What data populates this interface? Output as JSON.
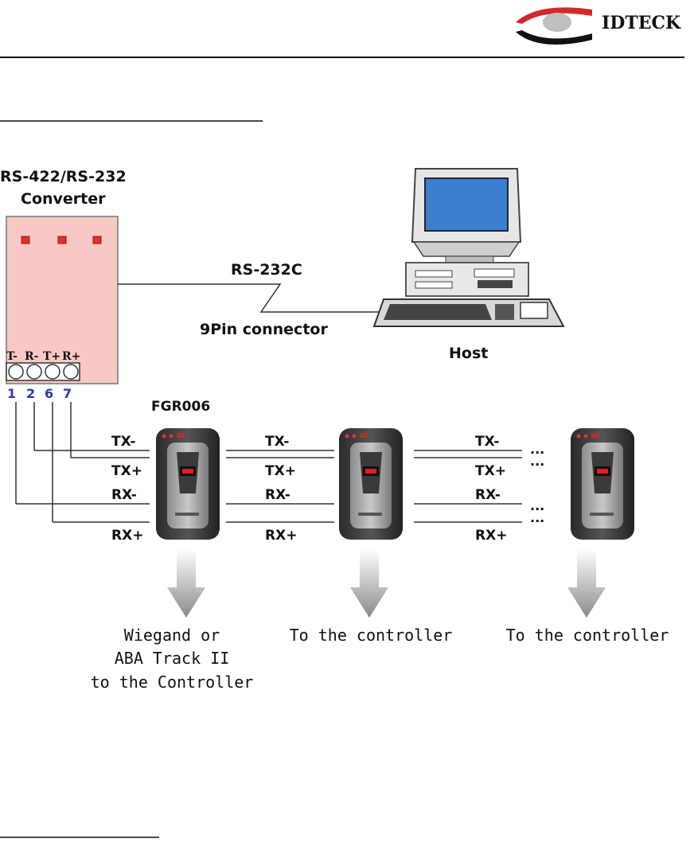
{
  "header": {
    "brand": "IDTECK"
  },
  "converter": {
    "title_line1": "RS-422/RS-232",
    "title_line2": "Converter",
    "terminals": [
      "T-",
      "R-",
      "T+",
      "R+"
    ],
    "pins": [
      "1",
      "2",
      "6",
      "7"
    ]
  },
  "link": {
    "label_top": "RS-232C",
    "label_bottom": "9Pin connector"
  },
  "host": {
    "label": "Host"
  },
  "reader": {
    "model": "FGR006"
  },
  "signals": {
    "group1": [
      "TX-",
      "TX+",
      "RX-",
      "RX+"
    ],
    "group2": [
      "TX-",
      "TX+",
      "RX-",
      "RX+"
    ],
    "group3": [
      "TX-",
      "TX+",
      "RX-",
      "RX+"
    ],
    "continuation": "..."
  },
  "outputs": {
    "out1": [
      "Wiegand or",
      "ABA Track II",
      "to the Controller"
    ],
    "out2": [
      "To the controller"
    ],
    "out3": [
      "To the controller"
    ]
  },
  "colors": {
    "converter_fill": "#f8c9c4",
    "led_red": "#e03030",
    "pin_blue": "#2a3aa8",
    "screen_blue": "#3a7fd0",
    "arrow_gray": "#9a9a9a"
  }
}
